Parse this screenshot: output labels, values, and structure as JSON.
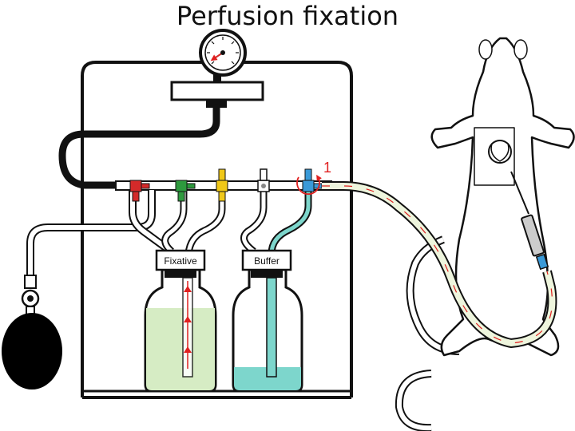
{
  "diagram": {
    "title": "Perfusion fixation",
    "bottle_labels": {
      "fixative": "Fixative",
      "buffer": "Buffer"
    },
    "step_marker": "1",
    "colors": {
      "outline": "#111111",
      "fixative_liquid": "#d6ecc4",
      "buffer_liquid": "#7dd6cc",
      "flow_arrow": "#e02020",
      "valve_red": "#d42a2a",
      "valve_green": "#2e9a3e",
      "valve_yellow": "#f0c818",
      "valve_white": "#ffffff",
      "valve_blue": "#3a9ad8",
      "tubing_fill": "#eef5dd"
    }
  }
}
